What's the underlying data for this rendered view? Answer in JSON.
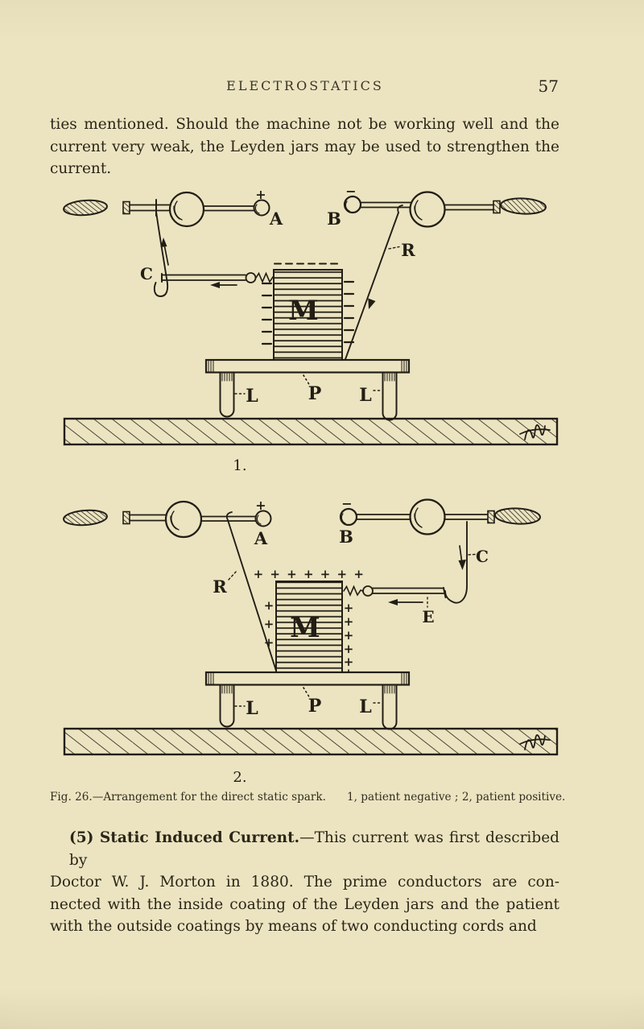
{
  "page": {
    "header": {
      "title": "ELECTROSTATICS",
      "page_number": "57"
    },
    "paragraph1": {
      "lines": [
        "ties mentioned.  Should the machine not be working well and the",
        "current very weak, the Leyden jars may be used to strengthen the",
        "current."
      ]
    },
    "figure": {
      "caption_main": "Fig. 26.—Arrangement for the direct static spark.",
      "caption_key": "1, patient negative ; 2, patient positive.",
      "diagram1": {
        "number": "1.",
        "patient_charge": "negative",
        "labels": {
          "A": "A",
          "B": "B",
          "C": "C",
          "R": "R",
          "M": "M",
          "P": "P",
          "L_left": "L",
          "L_right": "L",
          "plus": "+",
          "minus": "−"
        }
      },
      "diagram2": {
        "number": "2.",
        "patient_charge": "positive",
        "plus_row": "+ + + + + + +",
        "labels": {
          "A": "A",
          "B": "B",
          "C": "C",
          "R": "R",
          "E": "E",
          "M": "M",
          "P": "P",
          "L_left": "L",
          "L_right": "L",
          "plus": "+",
          "minus": "−"
        }
      }
    },
    "paragraph2": {
      "lead_bold": "(5) Static Induced Current.",
      "lead_rest": "—This current was first described by",
      "lines": [
        "Doctor W. J. Morton in 1880.  The prime conductors are con-",
        "nected with the inside coating of the Leyden jars and the patient",
        "with the outside coatings by means of two conducting cords and"
      ]
    }
  },
  "colors": {
    "paper": "#ece4c1",
    "ink": "#221e15"
  }
}
